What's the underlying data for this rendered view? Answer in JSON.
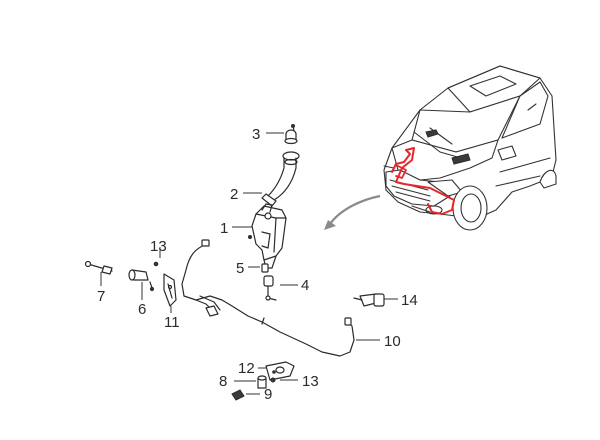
{
  "diagram": {
    "callouts": [
      "1",
      "2",
      "3",
      "4",
      "5",
      "6",
      "7",
      "8",
      "9",
      "10",
      "11",
      "12",
      "13",
      "13",
      "14"
    ],
    "highlight_color": "#e8262a",
    "arrow_color": "#8a8a8a",
    "line_color": "#2b2b2b"
  }
}
